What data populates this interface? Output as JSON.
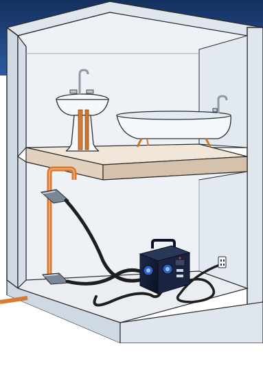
{
  "scene": {
    "description_tokens": {
      "upper_floor": "bathroom",
      "lower_floor": "basement",
      "device": "pipe-freezing-unit"
    },
    "colors": {
      "sky_dark": "#14305e",
      "sky_light": "#2d5aa2",
      "wall_face": "#e9eef4",
      "wall_edge": "#c7d3df",
      "floor_top": "#f1e6d7",
      "floor_edge": "#d4c2ac",
      "pipe_copper": "#d77a33",
      "hose_black": "#1e1e1e",
      "unit_body": "#10182e",
      "unit_accent": "#2a63c7",
      "fixture_white": "#f6f9fc",
      "tub_feet": "#c8762b",
      "outline": "#2b2b2b"
    },
    "icons": [
      "sink-icon",
      "bathtub-icon",
      "faucet-icon",
      "outlet-icon",
      "freezing-unit-icon",
      "pipe-clamp-icon"
    ]
  }
}
